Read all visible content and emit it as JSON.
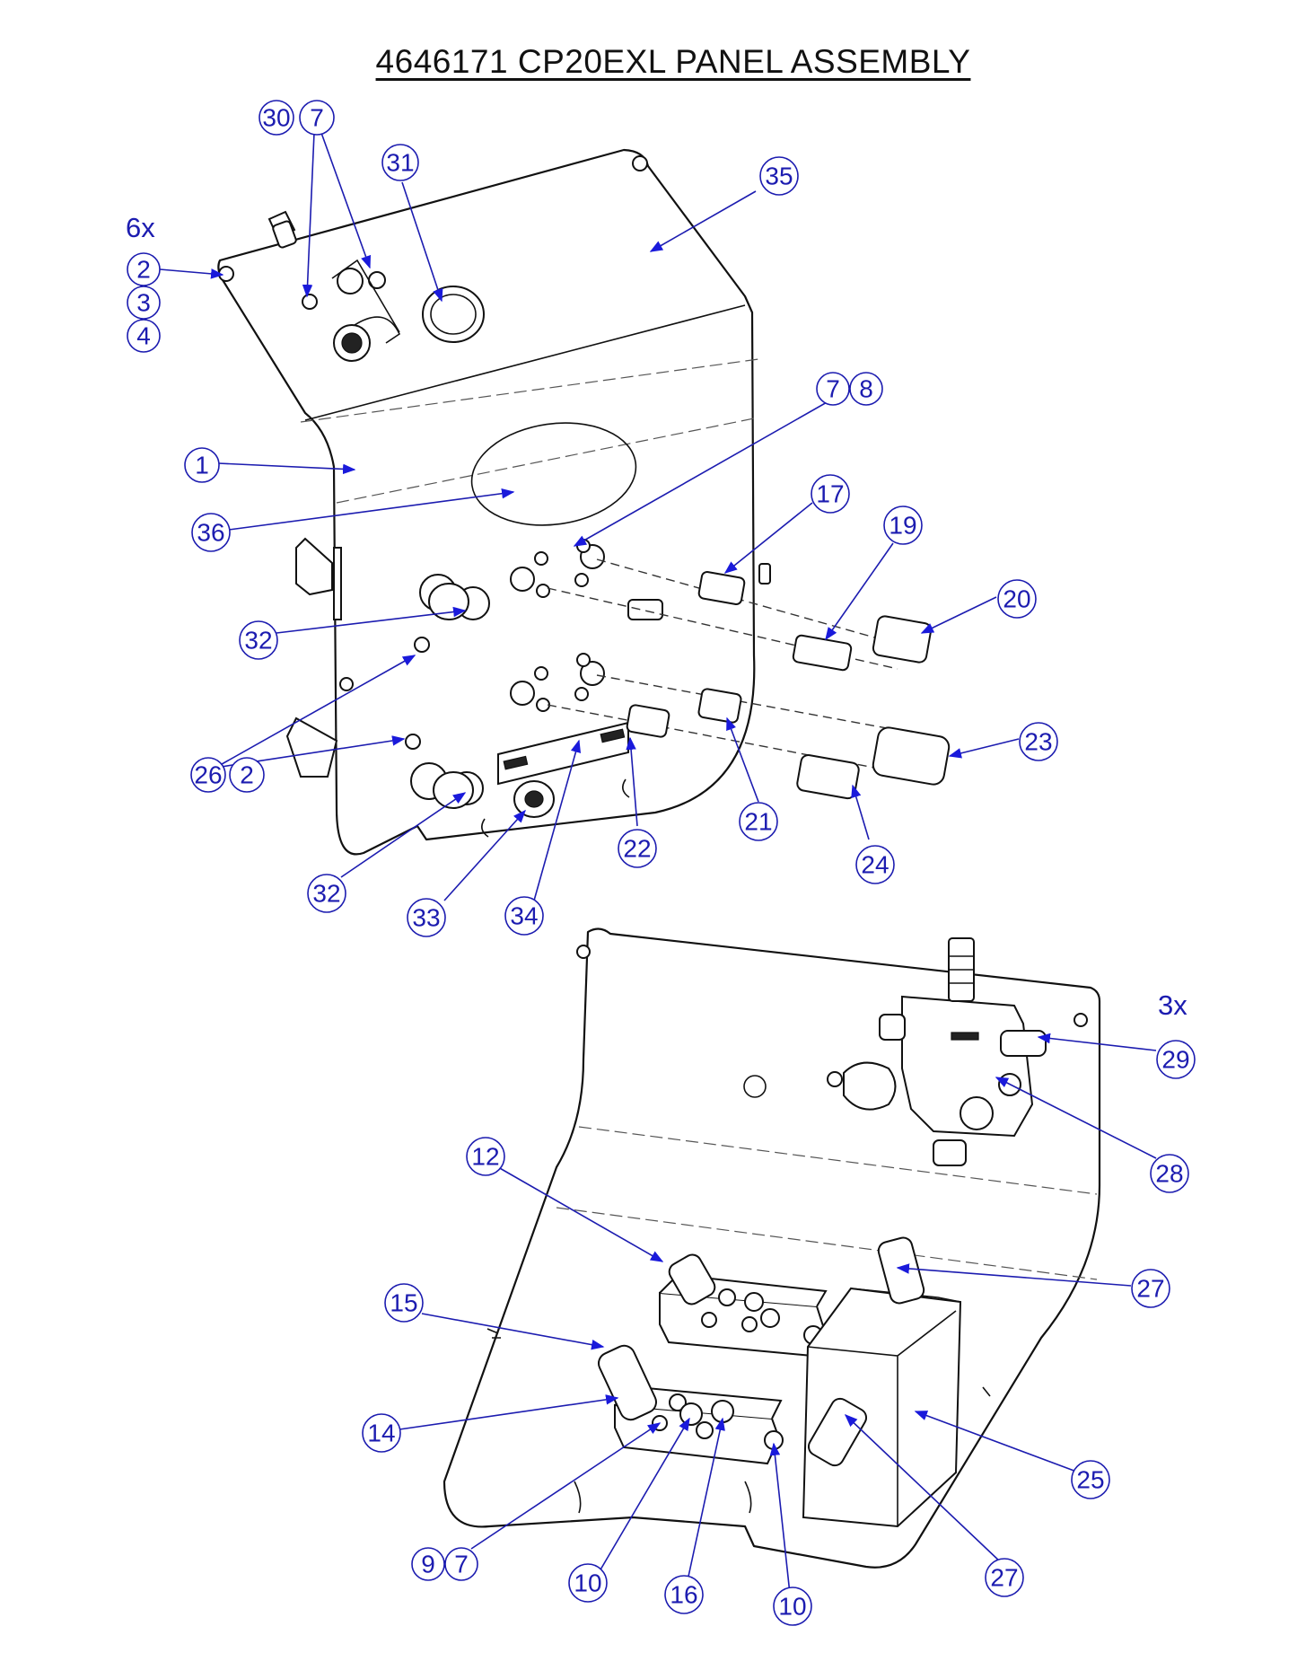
{
  "title": "4646171 CP20EXL PANEL ASSEMBLY",
  "quantities": [
    {
      "id": "qty-6x",
      "text": "6x"
    },
    {
      "id": "qty-3x",
      "text": "3x"
    }
  ],
  "balloons": [
    {
      "id": "b30",
      "label": "30"
    },
    {
      "id": "b7a",
      "label": "7"
    },
    {
      "id": "b31",
      "label": "31"
    },
    {
      "id": "b35",
      "label": "35"
    },
    {
      "id": "b2a",
      "label": "2"
    },
    {
      "id": "b3",
      "label": "3"
    },
    {
      "id": "b4",
      "label": "4"
    },
    {
      "id": "b7b",
      "label": "7"
    },
    {
      "id": "b8",
      "label": "8"
    },
    {
      "id": "b1",
      "label": "1"
    },
    {
      "id": "b36",
      "label": "36"
    },
    {
      "id": "b17",
      "label": "17"
    },
    {
      "id": "b19",
      "label": "19"
    },
    {
      "id": "b20",
      "label": "20"
    },
    {
      "id": "b32a",
      "label": "32"
    },
    {
      "id": "b23",
      "label": "23"
    },
    {
      "id": "b26",
      "label": "26"
    },
    {
      "id": "b2b",
      "label": "2"
    },
    {
      "id": "b21",
      "label": "21"
    },
    {
      "id": "b22",
      "label": "22"
    },
    {
      "id": "b24",
      "label": "24"
    },
    {
      "id": "b32b",
      "label": "32"
    },
    {
      "id": "b33",
      "label": "33"
    },
    {
      "id": "b34",
      "label": "34"
    },
    {
      "id": "b29",
      "label": "29"
    },
    {
      "id": "b28",
      "label": "28"
    },
    {
      "id": "b12",
      "label": "12"
    },
    {
      "id": "b27a",
      "label": "27"
    },
    {
      "id": "b15",
      "label": "15"
    },
    {
      "id": "b14",
      "label": "14"
    },
    {
      "id": "b25",
      "label": "25"
    },
    {
      "id": "b9",
      "label": "9"
    },
    {
      "id": "b7c",
      "label": "7"
    },
    {
      "id": "b10a",
      "label": "10"
    },
    {
      "id": "b16",
      "label": "16"
    },
    {
      "id": "b10b",
      "label": "10"
    },
    {
      "id": "b27b",
      "label": "27"
    }
  ]
}
